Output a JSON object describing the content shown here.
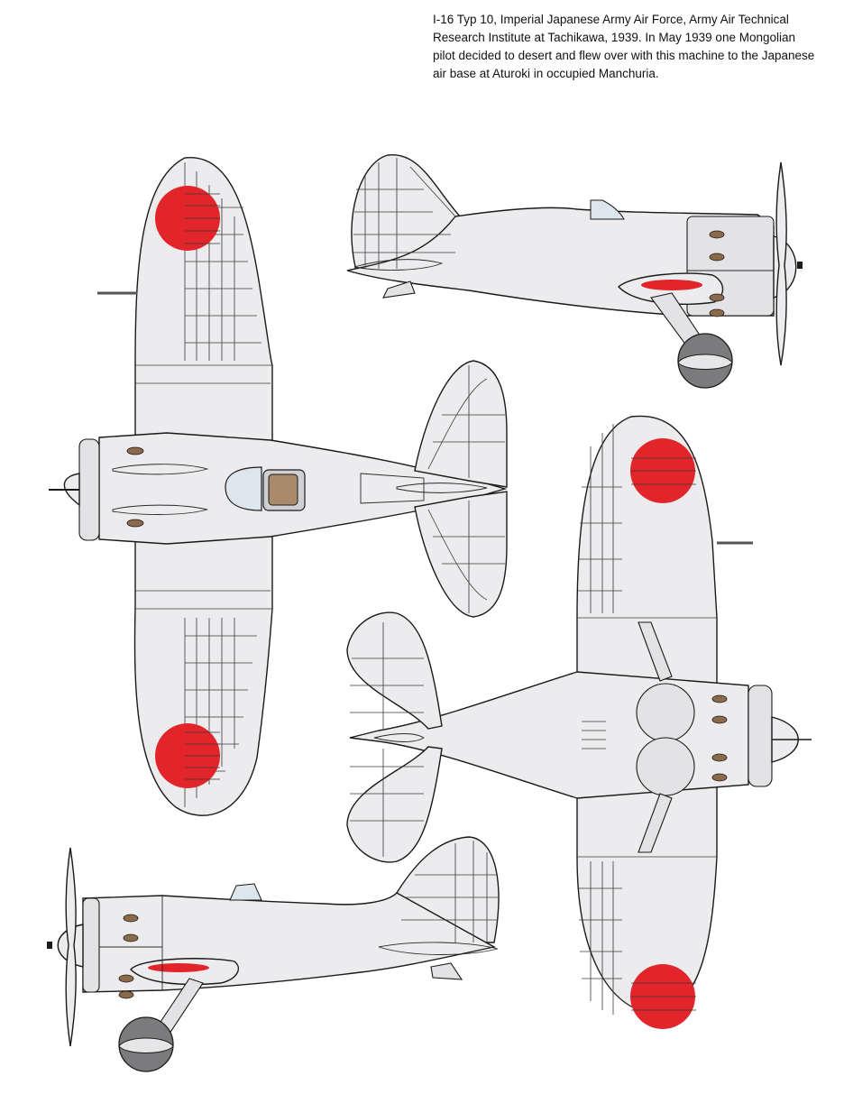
{
  "caption": "I-16 Typ 10, Imperial Japanese Army Air Force, Army Air Technical\nResearch Institute at Tachikawa, 1939. In May 1939 one Mongolian\npilot decided to desert and flew over with this machine to the Japanese\nair base at Aturoki in occupied Manchuria.",
  "colors": {
    "aircraft_finish": "#ececee",
    "hinomaru_red": "#e1252b",
    "canopy_glass": "#dde6ec",
    "seat_brown": "#a98a6a",
    "exhaust_brown": "#8a6a4a",
    "tire_gray": "#7b7b7d"
  },
  "views": [
    {
      "name": "top-view"
    },
    {
      "name": "right-side-view"
    },
    {
      "name": "underside-view"
    },
    {
      "name": "left-side-view"
    }
  ]
}
